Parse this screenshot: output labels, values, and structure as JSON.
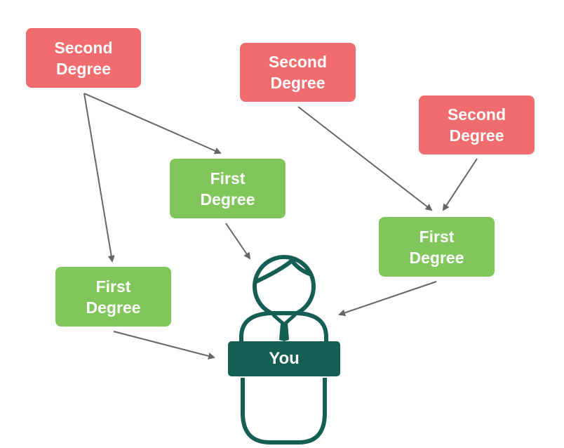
{
  "diagram": {
    "second_degree_label": [
      "Second",
      "Degree"
    ],
    "first_degree_label": [
      "First",
      "Degree"
    ],
    "you_label": "You",
    "colors": {
      "second_degree": "#f06c6e",
      "first_degree": "#80c65b",
      "you": "#155e54",
      "arrow": "#666666"
    },
    "icon": "person-icon",
    "nodes": [
      {
        "id": "second-1",
        "type": "second",
        "lines": [
          "Second",
          "Degree"
        ]
      },
      {
        "id": "second-2",
        "type": "second",
        "lines": [
          "Second",
          "Degree"
        ]
      },
      {
        "id": "second-3",
        "type": "second",
        "lines": [
          "Second",
          "Degree"
        ]
      },
      {
        "id": "first-1",
        "type": "first",
        "lines": [
          "First",
          "Degree"
        ]
      },
      {
        "id": "first-2",
        "type": "first",
        "lines": [
          "First",
          "Degree"
        ]
      },
      {
        "id": "first-3",
        "type": "first",
        "lines": [
          "First",
          "Degree"
        ]
      }
    ],
    "edges": [
      {
        "from": "second-1",
        "to": "first-1"
      },
      {
        "from": "second-1",
        "to": "first-3"
      },
      {
        "from": "second-2",
        "to": "first-2"
      },
      {
        "from": "second-3",
        "to": "first-2"
      },
      {
        "from": "first-1",
        "to": "you"
      },
      {
        "from": "first-2",
        "to": "you"
      },
      {
        "from": "first-3",
        "to": "you"
      }
    ]
  }
}
